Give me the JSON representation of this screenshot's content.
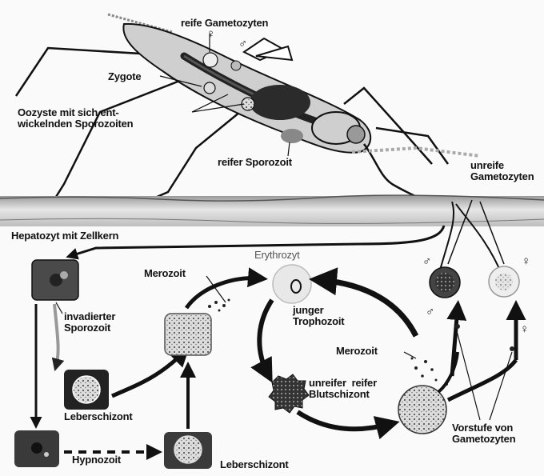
{
  "labels": {
    "mature_gametocytes": "reife Gametozyten",
    "female_symbol_top": "♀",
    "male_symbol_top": "♂",
    "zygote": "Zygote",
    "oocyst": "Oozyste mit sich ent-\nwickelnden Sporozoiten",
    "mature_sporozoite": "reifer Sporozoit",
    "immature_gametocytes": "unreife\nGametozyten",
    "hepatocyte": "Hepatozyt mit Zellkern",
    "erythrocyte": "Erythrozyt",
    "merozoite_left": "Merozoit",
    "young_trophozoite": "junger\nTrophozoit",
    "male_symbol_right": "♂",
    "female_symbol_right": "♀",
    "invaded_sporozoite": "invadierter\nSporozoit",
    "merozoite_right": "Merozoit",
    "male_symbol_mid": "♂",
    "female_symbol_mid": "♀",
    "blood_schizont": "unreifer  reifer\nBlutschizont",
    "liver_schizont_left": "Leberschizont",
    "precursor_gametocytes": "Vorstufe von\nGametozyten",
    "hypnozoite": "Hypnozoit",
    "liver_schizont_bottom": "Leberschizont"
  },
  "colors": {
    "ink": "#111111",
    "skin": "#c8c8c8",
    "cell_dark": "#3a3a3a",
    "cell_light": "#d8d8d8"
  }
}
